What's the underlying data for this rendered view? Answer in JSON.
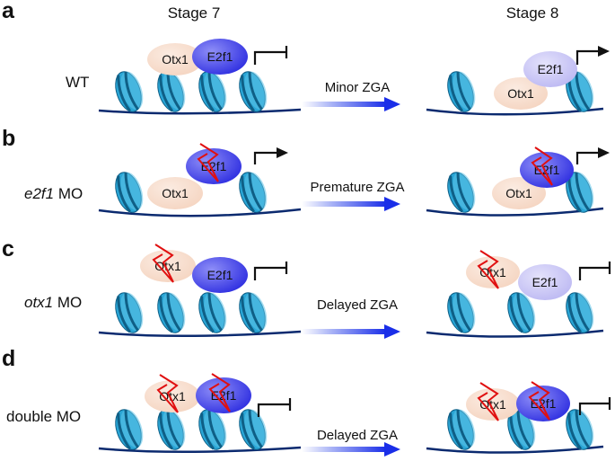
{
  "header": {
    "stage_left": "Stage 7",
    "stage_right": "Stage 8"
  },
  "colors": {
    "nucleosome": "#2aa6d6",
    "nucleosome_dark": "#0f5f86",
    "dna": "#0b2a6f",
    "otx1": "#f6dccb",
    "e2f1_strong": "#3a3ae8",
    "e2f1_light": "#c9c6f5",
    "morpholino_bolt": "#e01010",
    "zga_arrow": "#1a2ee8"
  },
  "panels": [
    {
      "letter": "a",
      "condition": "WT",
      "condition_italic": "",
      "arrow_label": "Minor ZGA",
      "left": {
        "otx1": "Otx1",
        "e2f1": "E2f1",
        "transcription": "blocked"
      },
      "right": {
        "otx1": "Otx1",
        "e2f1": "E2f1",
        "transcription": "active"
      }
    },
    {
      "letter": "b",
      "condition": " MO",
      "condition_italic": "e2f1",
      "arrow_label": "Premature ZGA",
      "left": {
        "otx1": "Otx1",
        "e2f1": "E2f1",
        "transcription": "active"
      },
      "right": {
        "otx1": "Otx1",
        "e2f1": "E2f1",
        "transcription": "active"
      }
    },
    {
      "letter": "c",
      "condition": " MO",
      "condition_italic": "otx1",
      "arrow_label": "Delayed ZGA",
      "left": {
        "otx1": "Otx1",
        "e2f1": "E2f1",
        "transcription": "blocked"
      },
      "right": {
        "otx1": "Otx1",
        "e2f1": "E2f1",
        "transcription": "blocked"
      }
    },
    {
      "letter": "d",
      "condition": "double MO",
      "condition_italic": "",
      "arrow_label": "Delayed ZGA",
      "left": {
        "otx1": "Otx1",
        "e2f1": "E2f1",
        "transcription": "blocked"
      },
      "right": {
        "otx1": "Otx1",
        "e2f1": "E2f1",
        "transcription": "blocked"
      }
    }
  ]
}
